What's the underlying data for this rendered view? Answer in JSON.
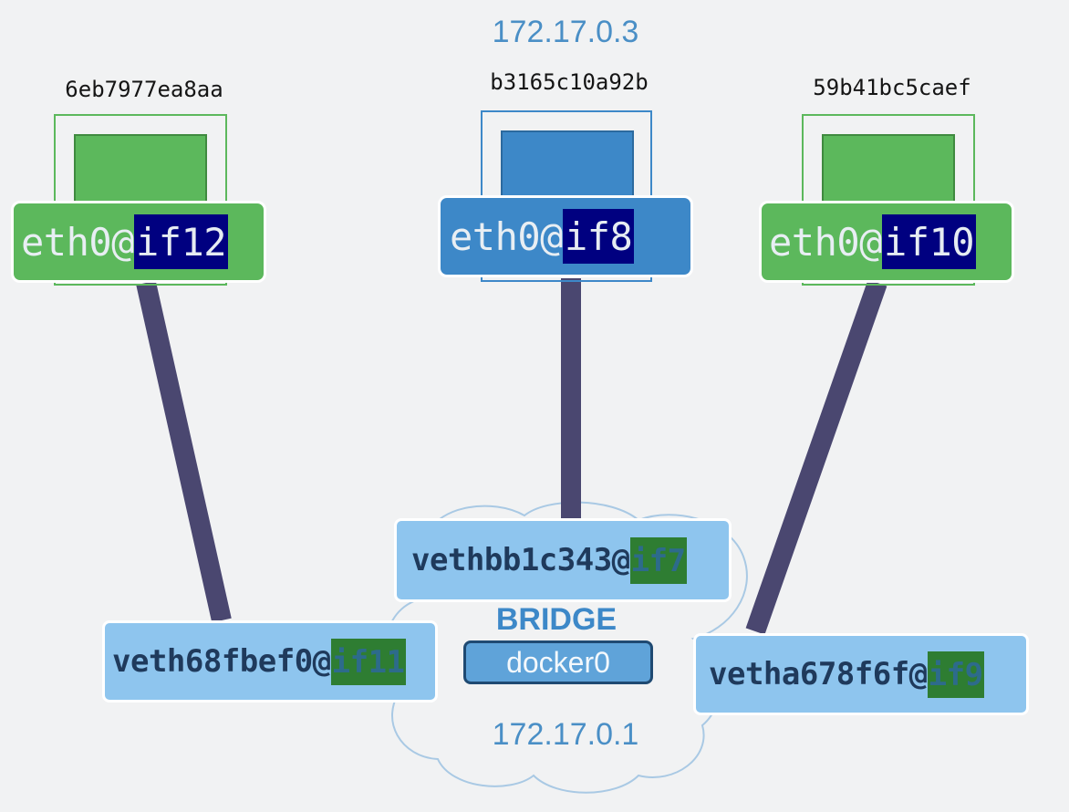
{
  "containers": [
    {
      "id": "6eb7977ea8aa",
      "interface": {
        "base": "eth0@",
        "suffix": "if12"
      },
      "color": "#5cb85c",
      "veth": {
        "base": "veth68fbef0@",
        "suffix": "if11"
      }
    },
    {
      "id": "b3165c10a92b",
      "ip": "172.17.0.3",
      "interface": {
        "base": "eth0@",
        "suffix": "if8"
      },
      "color": "#3d88c8",
      "veth": {
        "base": "vethbb1c343@",
        "suffix": "if7"
      }
    },
    {
      "id": "59b41bc5caef",
      "interface": {
        "base": "eth0@",
        "suffix": "if10"
      },
      "color": "#5cb85c",
      "veth": {
        "base": "vetha678f6f@",
        "suffix": "if9"
      }
    }
  ],
  "bridge": {
    "title": "BRIDGE",
    "name": "docker0",
    "ip": "172.17.0.1"
  },
  "colors": {
    "background": "#f1f2f3",
    "container_green": "#5cb85c",
    "container_blue": "#3d88c8",
    "veth_fill": "#8ec5ee",
    "link": "#4a4770",
    "iface_highlight": "#000080",
    "veth_highlight": "#2e7d32"
  }
}
